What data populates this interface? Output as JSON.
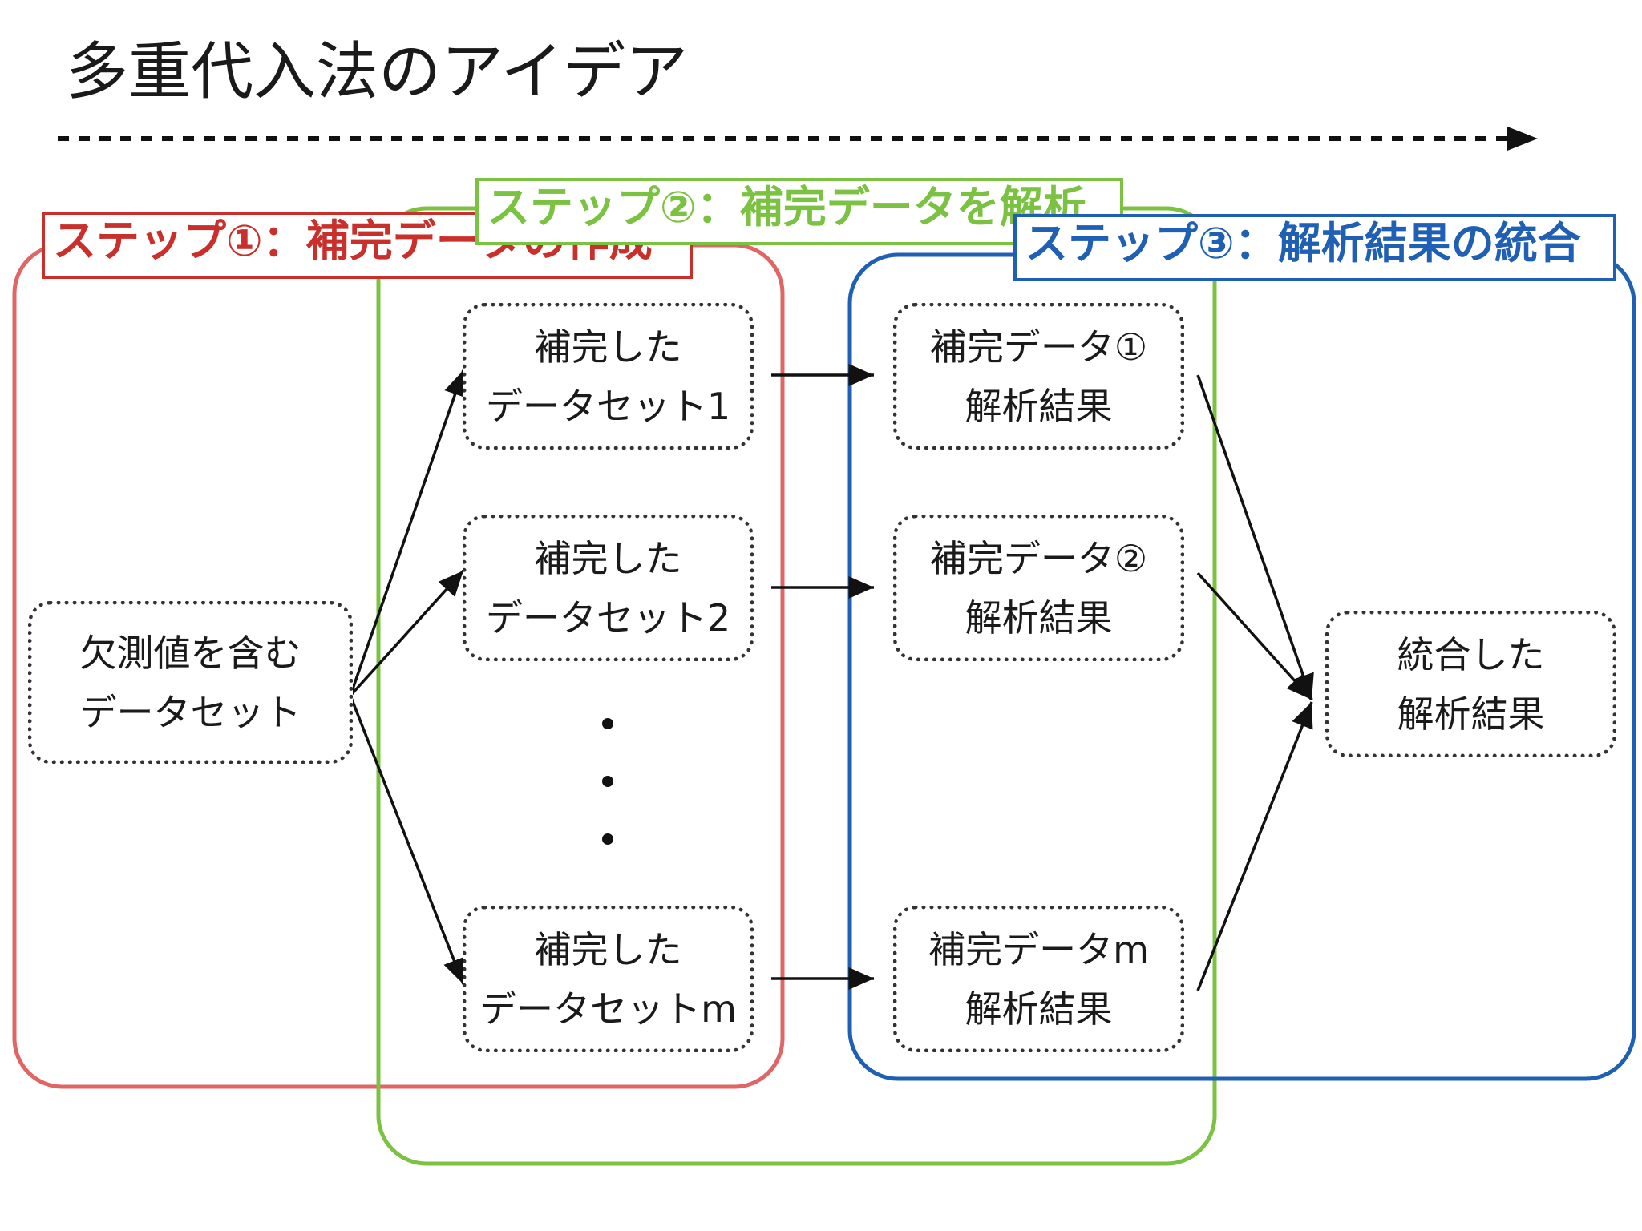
{
  "title": "多重代入法のアイデア",
  "steps": {
    "step1": "ステップ①：補完データの作成",
    "step2": "ステップ②：補完データを解析",
    "step3": "ステップ③：解析結果の統合"
  },
  "nodes": {
    "missing": [
      "欠測値を含む",
      "データセット"
    ],
    "imputed1": [
      "補完した",
      "データセット1"
    ],
    "imputed2": [
      "補完した",
      "データセット2"
    ],
    "imputedm": [
      "補完した",
      "データセットm"
    ],
    "analysis1": [
      "補完データ①",
      "解析結果"
    ],
    "analysis2": [
      "補完データ②",
      "解析結果"
    ],
    "analysism": [
      "補完データm",
      "解析結果"
    ],
    "combined": [
      "統合した",
      "解析結果"
    ]
  },
  "colors": {
    "step1": "#c9302c",
    "step1_box": "#e06666",
    "step2": "#7cc242",
    "step3": "#1f5fb4"
  }
}
